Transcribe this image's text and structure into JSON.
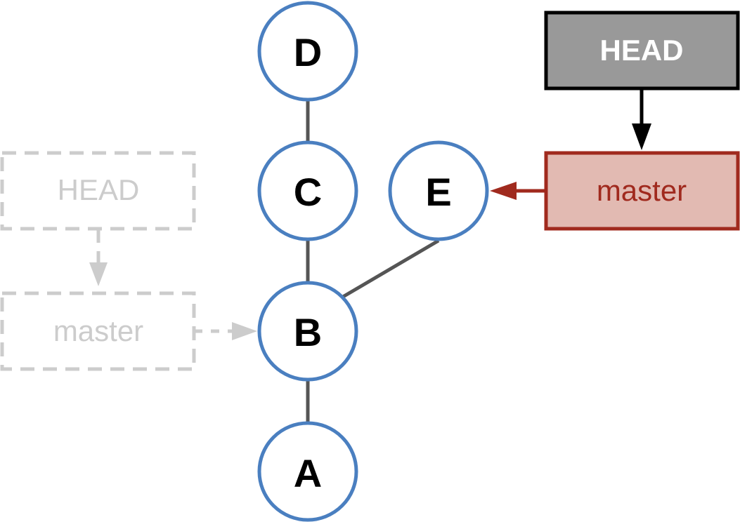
{
  "commits": [
    {
      "id": "D",
      "label": "D"
    },
    {
      "id": "C",
      "label": "C"
    },
    {
      "id": "E",
      "label": "E"
    },
    {
      "id": "B",
      "label": "B"
    },
    {
      "id": "A",
      "label": "A"
    }
  ],
  "edges": [
    {
      "from": "D",
      "to": "C"
    },
    {
      "from": "C",
      "to": "B"
    },
    {
      "from": "E",
      "to": "B"
    },
    {
      "from": "B",
      "to": "A"
    }
  ],
  "refs": {
    "old_head": "HEAD",
    "old_master": "master",
    "head": "HEAD",
    "master": "master"
  },
  "colors": {
    "node_stroke": "#4a7fc0",
    "edge": "#555555",
    "ghost": "#cccccc",
    "head_fill": "#999999",
    "head_stroke": "#000000",
    "master_fill": "#e2bab2",
    "master_stroke": "#a02a1e",
    "master_text": "#a02a1e"
  }
}
